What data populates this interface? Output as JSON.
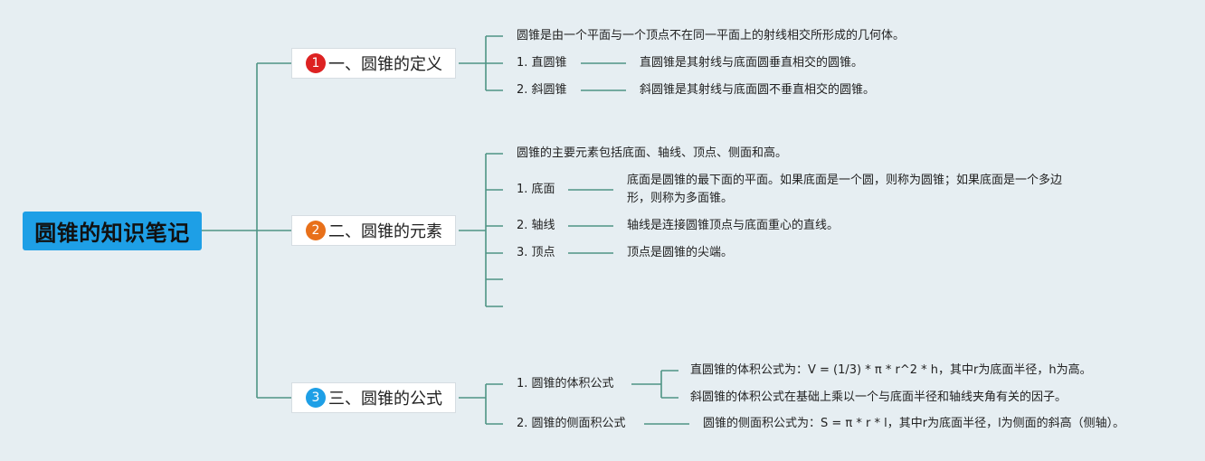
{
  "root": {
    "title": "圆锥的知识笔记"
  },
  "branches": [
    {
      "number": "1",
      "badge_color": "#dd2222",
      "label": "一、圆锥的定义",
      "intro": "圆锥是由一个平面与一个顶点不在同一平面上的射线相交所形成的几何体。",
      "items": [
        {
          "label": "1. 直圆锥",
          "detail": "直圆锥是其射线与底面圆垂直相交的圆锥。"
        },
        {
          "label": "2. 斜圆锥",
          "detail": "斜圆锥是其射线与底面圆不垂直相交的圆锥。"
        }
      ]
    },
    {
      "number": "2",
      "badge_color": "#e8701a",
      "label": "二、圆锥的元素",
      "intro": "圆锥的主要元素包括底面、轴线、顶点、侧面和高。",
      "items": [
        {
          "label": "1. 底面",
          "detail": "底面是圆锥的最下面的平面。如果底面是一个圆，则称为圆锥；如果底面是一个多边形，则称为多面锥。"
        },
        {
          "label": "2. 轴线",
          "detail": "轴线是连接圆锥顶点与底面重心的直线。"
        },
        {
          "label": "3. 顶点",
          "detail": "顶点是圆锥的尖端。"
        }
      ]
    },
    {
      "number": "3",
      "badge_color": "#1e9fe6",
      "label": "三、圆锥的公式",
      "items": [
        {
          "label": "1. 圆锥的体积公式",
          "details": [
            "直圆锥的体积公式为：V = (1/3) * π * r^2 * h，其中r为底面半径，h为高。",
            "斜圆锥的体积公式在基础上乘以一个与底面半径和轴线夹角有关的因子。"
          ]
        },
        {
          "label": "2. 圆锥的侧面积公式",
          "detail": "圆锥的侧面积公式为：S = π * r * l，其中r为底面半径，l为侧面的斜高（侧轴）。"
        }
      ]
    }
  ]
}
